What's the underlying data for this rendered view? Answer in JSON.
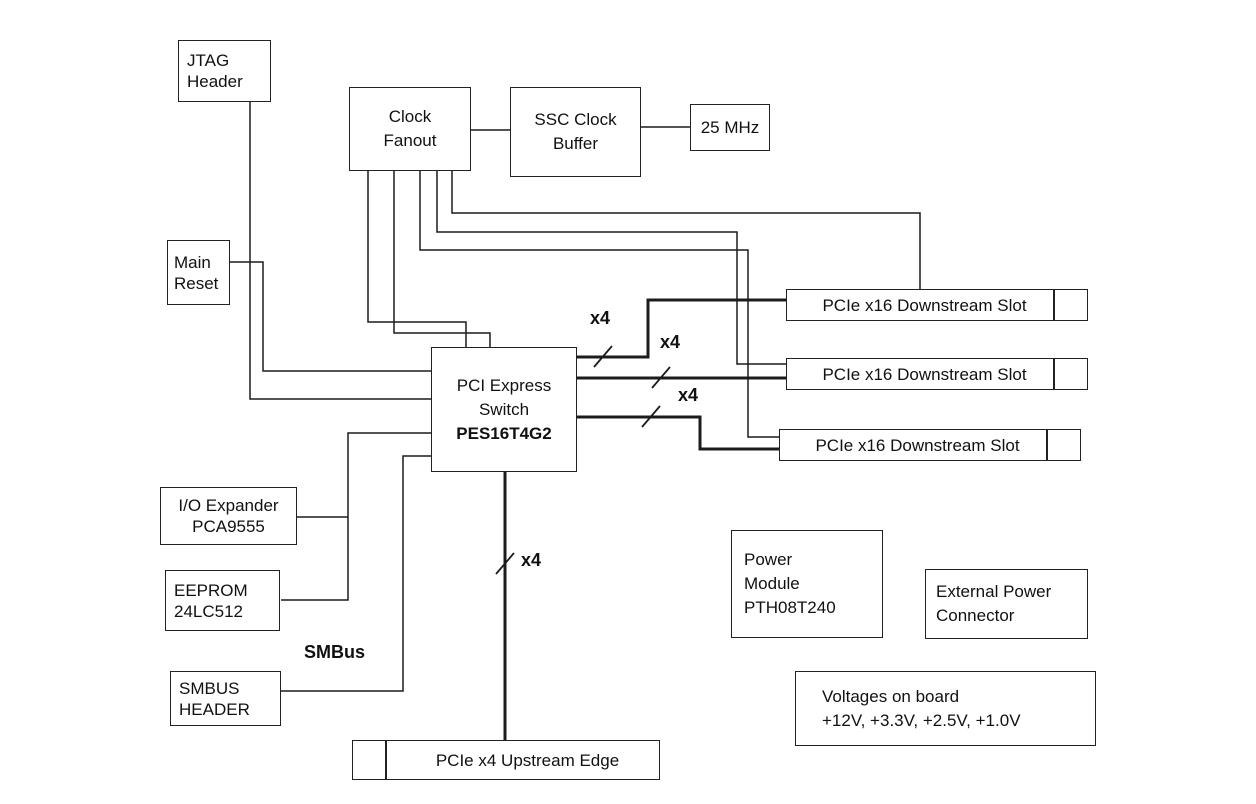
{
  "diagram": {
    "background": "#ffffff",
    "line_color": "#1c1c1c",
    "boxes": {
      "jtag_header": {
        "lines": [
          "JTAG",
          "Header"
        ]
      },
      "clock_fanout": {
        "lines": [
          "Clock",
          "Fanout"
        ]
      },
      "ssc_clock_buffer": {
        "lines": [
          "SSC Clock",
          "Buffer"
        ]
      },
      "clock_25mhz": {
        "lines": [
          "25 MHz"
        ]
      },
      "main_reset": {
        "lines": [
          "Main",
          "Reset"
        ]
      },
      "pcie_switch": {
        "lines": [
          "PCI Express",
          "Switch"
        ],
        "part_number": "PES16T4G2"
      },
      "downstream_slot_1": {
        "label": "PCIe x16 Downstream Slot"
      },
      "downstream_slot_2": {
        "label": "PCIe x16 Downstream Slot"
      },
      "downstream_slot_3": {
        "label": "PCIe x16 Downstream Slot"
      },
      "io_expander": {
        "lines": [
          "I/O Expander",
          "PCA9555"
        ]
      },
      "eeprom": {
        "lines": [
          "EEPROM",
          "24LC512"
        ]
      },
      "smbus_header": {
        "lines": [
          "SMBUS",
          "HEADER"
        ]
      },
      "upstream_edge": {
        "label": "PCIe x4 Upstream Edge"
      },
      "power_module": {
        "lines": [
          "Power",
          "Module",
          "PTH08T240"
        ]
      },
      "external_power": {
        "lines": [
          "External Power",
          "Connector"
        ]
      },
      "voltages": {
        "lines": [
          "Voltages on board",
          "+12V, +3.3V, +2.5V, +1.0V"
        ]
      }
    },
    "bus_labels": {
      "slot1": "x4",
      "slot2": "x4",
      "slot3": "x4",
      "upstream": "x4"
    },
    "net_labels": {
      "smbus": "SMBus"
    }
  }
}
